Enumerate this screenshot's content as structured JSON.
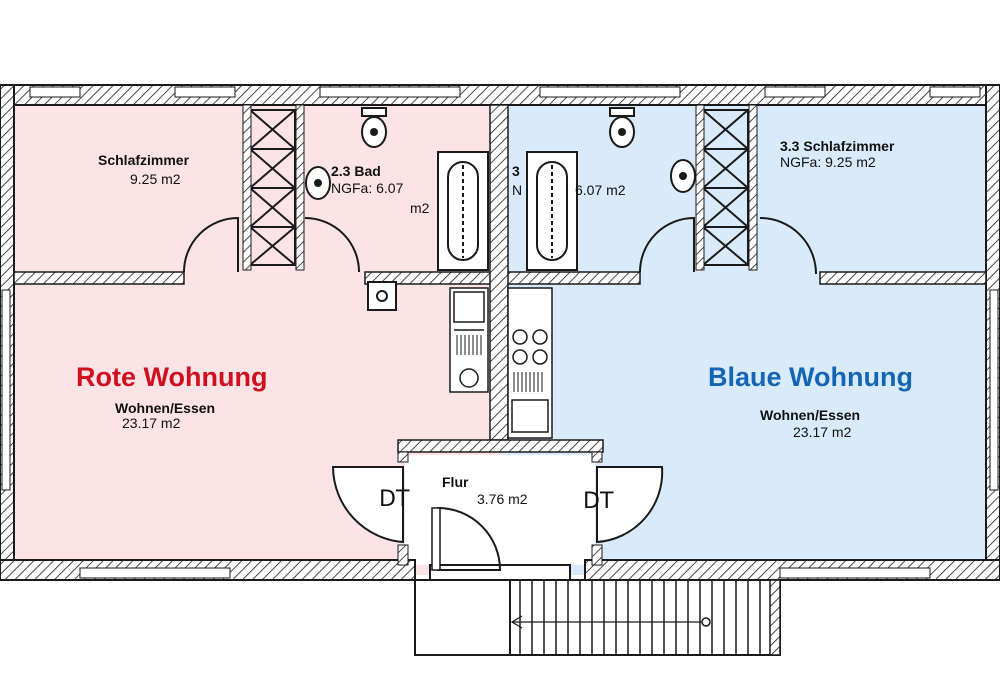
{
  "colors": {
    "red_apartment_fill": "#fbe3e6",
    "blue_apartment_fill": "#d9ebfa",
    "red_title": "#d0101e",
    "blue_title": "#1466b4",
    "wall": "#1a1a1a"
  },
  "red_apartment": {
    "title": "Rote Wohnung",
    "bedroom": {
      "name": "Schlafzimmer",
      "area": "9.25  m2"
    },
    "bath": {
      "name": "2.3 Bad",
      "area": "NGFa: 6.07",
      "unit": "m2"
    },
    "living": {
      "name": "Wohnen/Essen",
      "area": "23.17  m2"
    },
    "door_label": "DT"
  },
  "blue_apartment": {
    "title": "Blaue Wohnung",
    "bedroom": {
      "name": "3.3 Schlafzimmer",
      "area": "NGFa: 9.25  m2"
    },
    "bath": {
      "name": "3",
      "area_prefix": "N",
      "area": "6.07  m2"
    },
    "living": {
      "name": "Wohnen/Essen",
      "area": "23.17  m2"
    },
    "door_label": "DT"
  },
  "hall": {
    "name": "Flur",
    "area": "3.76  m2"
  },
  "icons": [
    "toilet-icon",
    "bathtub-icon",
    "washbasin-icon",
    "stove-icon",
    "sink-icon",
    "chimney-icon",
    "stair-icon"
  ]
}
